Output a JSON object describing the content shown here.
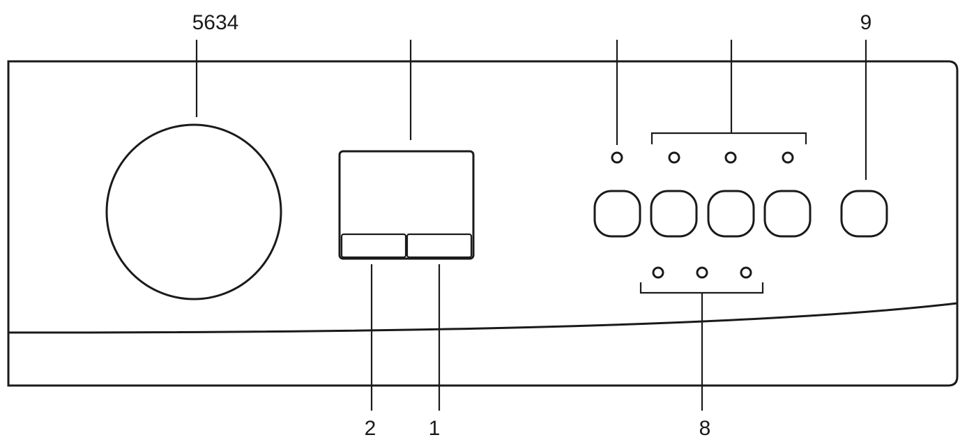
{
  "callouts": {
    "dial": "5634",
    "display_left_button": "2",
    "display_right_button": "1",
    "lower_indicator_group": "8",
    "start_button": "9"
  },
  "colors": {
    "line": "#1a1a1a",
    "background": "#ffffff"
  }
}
